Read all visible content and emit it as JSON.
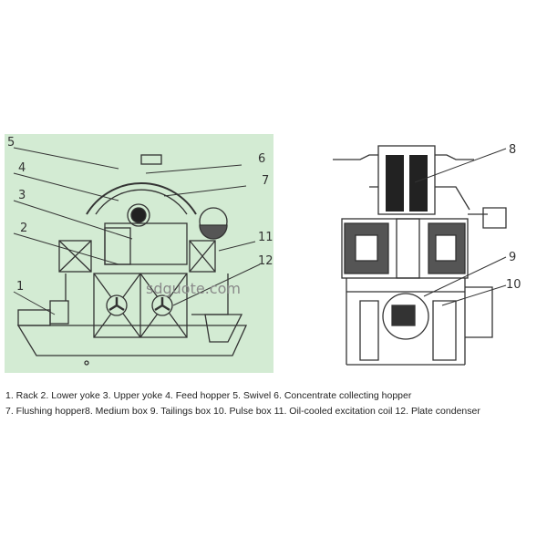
{
  "left_diagram": {
    "labels": [
      "1",
      "2",
      "3",
      "4",
      "5",
      "6",
      "7",
      "11",
      "12"
    ],
    "watermark": "sdguote.com",
    "background": "#d3ebd3"
  },
  "right_diagram": {
    "labels": [
      "8",
      "9",
      "10"
    ]
  },
  "caption": {
    "line1": "1.  Rack 2. Lower yoke 3. Upper yoke 4. Feed hopper 5. Swivel 6. Concentrate collecting hopper",
    "line2": "7.  Flushing hopper8. Medium box 9. Tailings box 10. Pulse box 11. Oil-cooled excitation coil 12. Plate condenser"
  }
}
